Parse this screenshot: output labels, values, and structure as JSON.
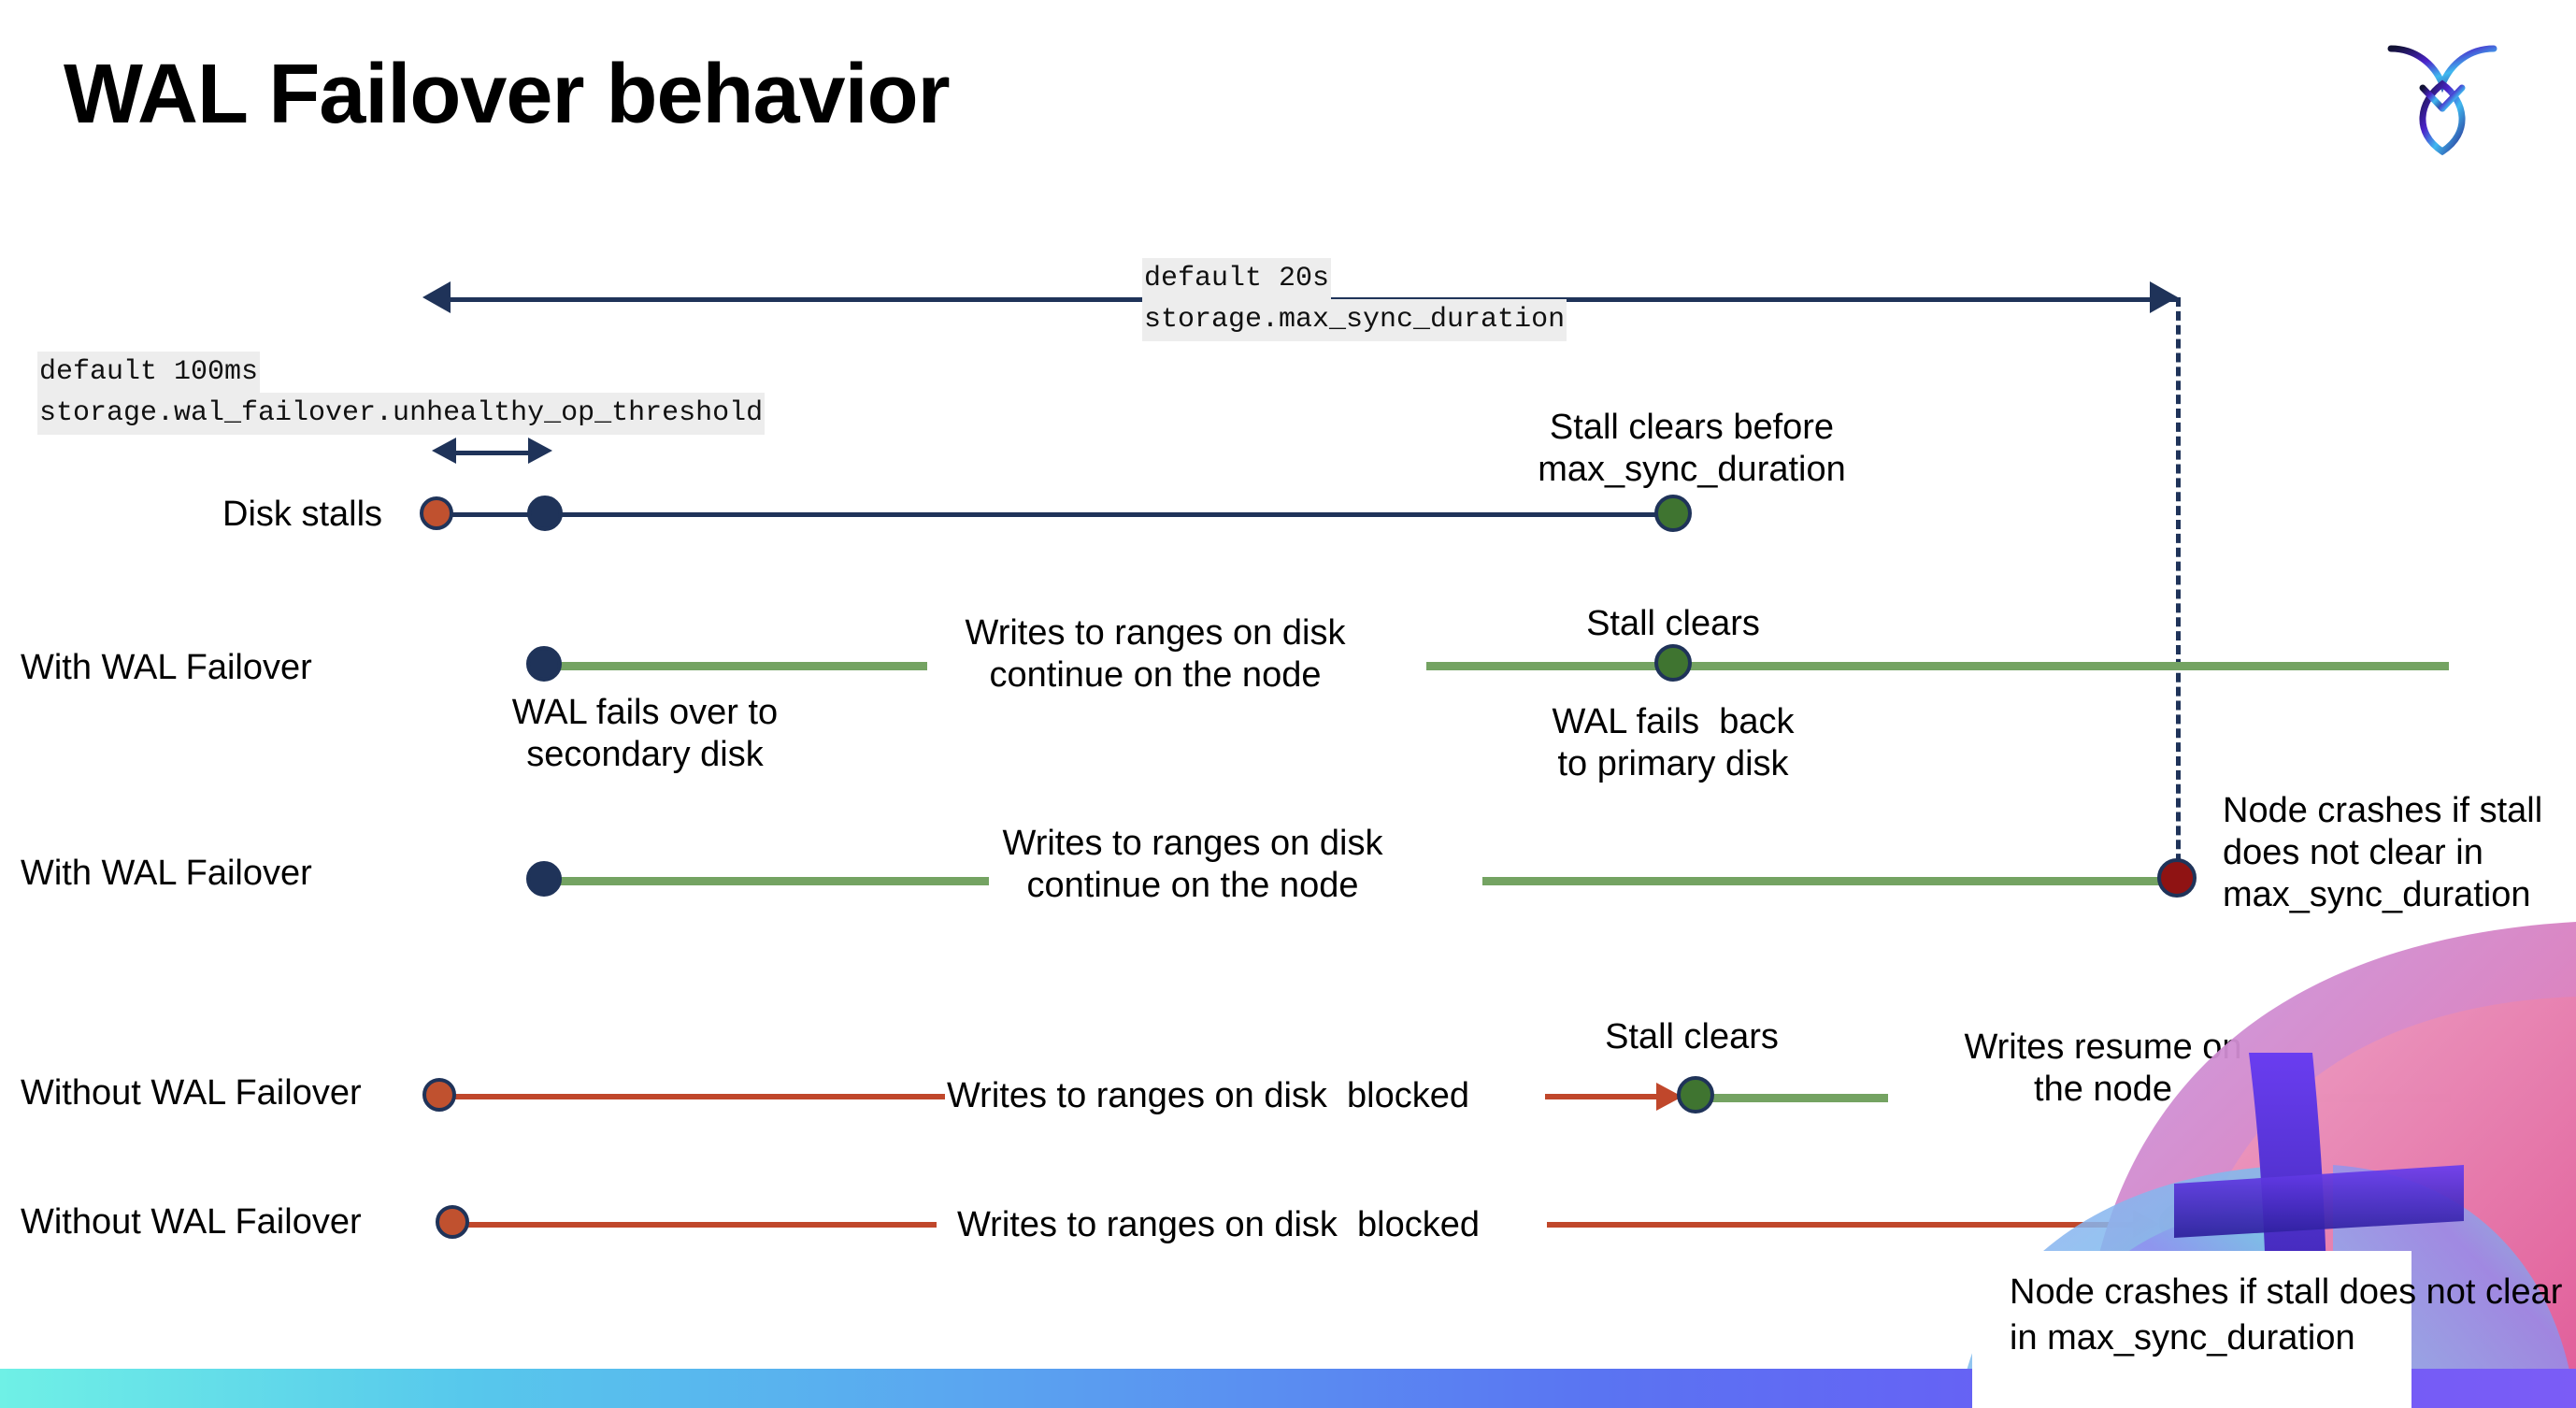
{
  "title": "WAL Failover behavior",
  "brand": {
    "logo_name": "cockroachdb-logo"
  },
  "annotations": {
    "max_sync": {
      "line1": "default 20s",
      "line2": "storage.max_sync_duration"
    },
    "unhealthy_op": {
      "line1": "default 100ms",
      "line2": "storage.wal_failover.unhealthy_op_threshold"
    }
  },
  "rows": [
    {
      "name": "Disk stalls"
    },
    {
      "name": "With WAL Failover"
    },
    {
      "name": "With WAL Failover"
    },
    {
      "name": "Without WAL Failover"
    },
    {
      "name": "Without WAL Failover"
    }
  ],
  "callouts": {
    "stall_clears_before": "Stall clears before\nmax_sync_duration",
    "stall_clears_1": "Stall clears",
    "stall_clears_2": "Stall clears",
    "wal_fails_over": "WAL fails over to\nsecondary disk",
    "wal_fails_back": "WAL fails  back\nto primary disk",
    "writes_continue_1": "Writes to ranges on disk\ncontinue on the node",
    "writes_continue_2": "Writes to ranges on disk\ncontinue on the node",
    "writes_blocked_1": "Writes to ranges on disk  blocked",
    "writes_blocked_2": "Writes to ranges on disk  blocked",
    "writes_resume": "Writes resume on\nthe node",
    "node_crashes_1": "Node crashes if stall\ndoes not clear in\nmax_sync_duration",
    "node_crashes_2": "Node crashes if stall\ndoes not clear in\nmax_sync_duration"
  },
  "colors": {
    "navy": "#1f3359",
    "green_line": "#74a362",
    "green_dot": "#3f7430",
    "orange": "#c0472b",
    "orange_dot": "#c0512f",
    "dark_red": "#8f1313",
    "code_bg": "#ededed"
  }
}
